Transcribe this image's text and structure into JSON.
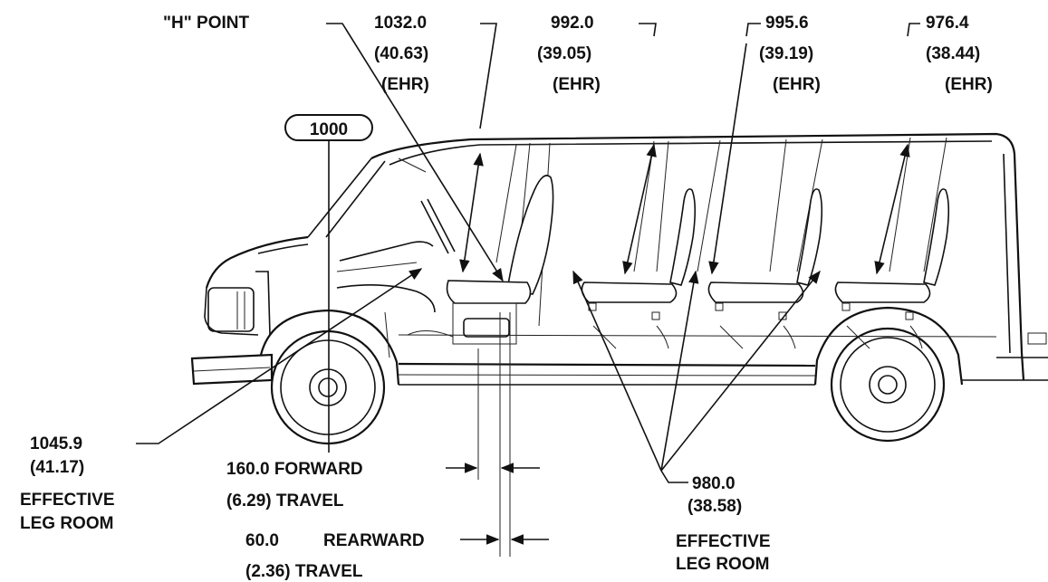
{
  "labels": {
    "h_point": "\"H\" POINT",
    "box_ref": "1000",
    "col1": {
      "mm": "1032.0",
      "in": "(40.63)",
      "tag": "(EHR)"
    },
    "col2": {
      "mm": "992.0",
      "in": "(39.05)",
      "tag": "(EHR)"
    },
    "col3": {
      "mm": "995.6",
      "in": "(39.19)",
      "tag": "(EHR)"
    },
    "col4": {
      "mm": "976.4",
      "in": "(38.44)",
      "tag": "(EHR)"
    },
    "front_leg": {
      "mm": "1045.9",
      "in": "(41.17)",
      "line1": "EFFECTIVE",
      "line2": "LEG ROOM"
    },
    "forward": {
      "line1": "160.0 FORWARD",
      "line2": "(6.29) TRAVEL"
    },
    "rearward": {
      "mm": "60.0",
      "word": "REARWARD",
      "line2": "(2.36) TRAVEL"
    },
    "rear_leg": {
      "mm": "980.0",
      "in": "(38.58)",
      "line1": "EFFECTIVE",
      "line2": "LEG ROOM"
    }
  },
  "colors": {
    "ink": "#111111",
    "background": "#ffffff"
  }
}
